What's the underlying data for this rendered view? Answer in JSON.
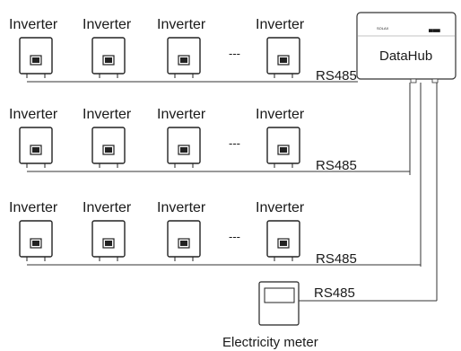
{
  "rows": [
    {
      "labels": [
        "Inverter",
        "Inverter",
        "Inverter",
        "Inverter"
      ],
      "ellipsis": "---",
      "link_label": "RS485"
    },
    {
      "labels": [
        "Inverter",
        "Inverter",
        "Inverter",
        "Inverter"
      ],
      "ellipsis": "---",
      "link_label": "RS485"
    },
    {
      "labels": [
        "Inverter",
        "Inverter",
        "Inverter",
        "Inverter"
      ],
      "ellipsis": "---",
      "link_label": "RS485"
    }
  ],
  "datahub": {
    "label": "DataHub",
    "brand": "SOLAX",
    "status_glyphs": "▄▄▄"
  },
  "meter": {
    "label": "Electricity meter",
    "link_label": "RS485"
  },
  "colors": {
    "line": "#333333",
    "device_border": "#222222"
  }
}
